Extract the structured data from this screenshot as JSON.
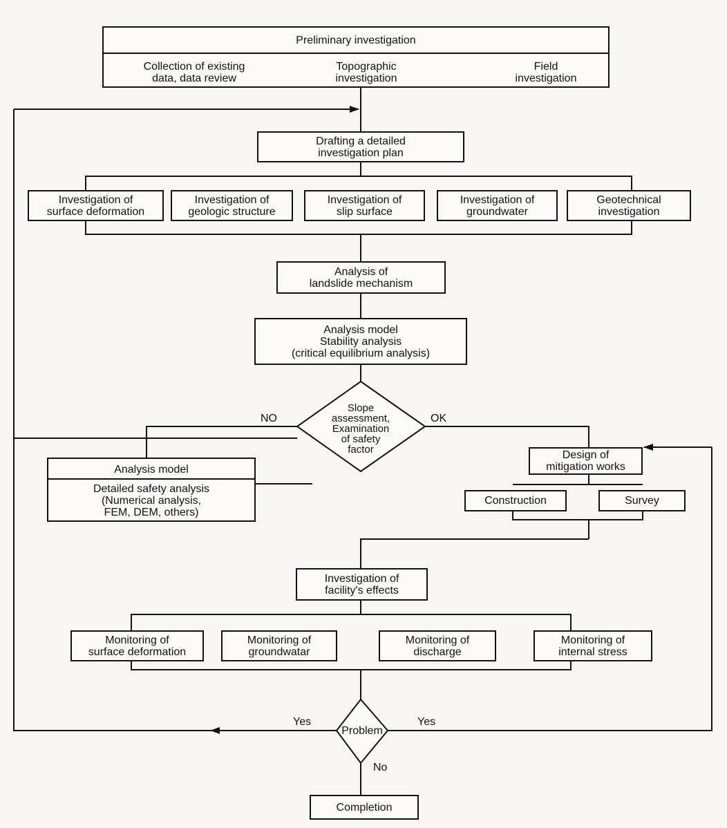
{
  "preliminary": {
    "title": "Preliminary investigation",
    "items": [
      "Collection of existing\ndata, data review",
      "Topographic\ninvestigation",
      "Field\ninvestigation"
    ]
  },
  "drafting": "Drafting a detailed\ninvestigation plan",
  "investigations": [
    "Investigation of\nsurface deformation",
    "Investigation of\ngeologic structure",
    "Investigation of\nslip surface",
    "Investigation of\ngroundwater",
    "Geotechnical\ninvestigation"
  ],
  "mechanism": "Analysis of\nlandslide mechanism",
  "stability": "Analysis model\nStability analysis\n(critical equilibrium analysis)",
  "decision1": {
    "text": "Slope\nassessment,\nExamination\nof safety\nfactor",
    "no": "NO",
    "ok": "OK"
  },
  "detailed_model": {
    "title": "Analysis model",
    "body": "Detailed safety analysis\n(Numerical analysis,\nFEM, DEM, others)"
  },
  "mitigation": "Design of\nmitigation works",
  "construction": "Construction",
  "survey": "Survey",
  "facility": "Investigation of\nfacility's effects",
  "monitoring": [
    "Monitoring of\nsurface deformation",
    "Monitoring of\ngroundwatar",
    "Monitoring of\ndischarge",
    "Monitoring of\ninternal stress"
  ],
  "decision2": {
    "text": "Problem",
    "yes_left": "Yes",
    "yes_right": "Yes",
    "no": "No"
  },
  "completion": "Completion"
}
